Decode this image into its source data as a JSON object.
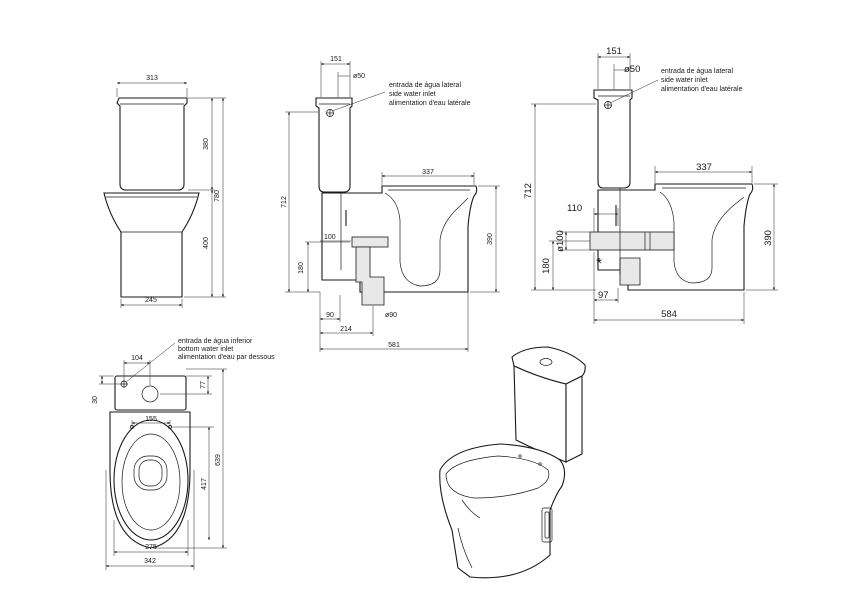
{
  "views": {
    "front": {
      "dims": {
        "tank_width": "313",
        "tank_height": "380",
        "total_height": "780",
        "bowl_height": "400",
        "base_width": "245"
      }
    },
    "side_a": {
      "dims": {
        "inlet_offset": "151",
        "inlet_diameter": "ø50",
        "total_height": "712",
        "bowl_depth": "337",
        "rim_height": "390",
        "outlet_height": "180",
        "outlet_diam_label": "100",
        "wall_90": "90",
        "outlet_90": "ø90",
        "outlet_214": "214",
        "total_depth": "581"
      },
      "note": [
        "entrada de água lateral",
        "side water inlet",
        "alimentation d'eau latérale"
      ]
    },
    "side_b": {
      "dims": {
        "inlet_offset": "151",
        "inlet_diameter": "ø50",
        "total_height": "712",
        "bowl_depth": "337",
        "outlet_110": "110",
        "outlet_diameter": "ø100",
        "outlet_height": "180",
        "rim_height": "390",
        "wall_97": "97",
        "total_depth": "584"
      },
      "star": "*",
      "note": [
        "entrada de água lateral",
        "side water inlet",
        "alimentation d'eau latérale"
      ]
    },
    "top": {
      "dims": {
        "inlet_104": "104",
        "tank_depth": "77",
        "inlet_30": "30",
        "fix_155": "155",
        "total_639": "639",
        "seat_417": "417",
        "width_275": "275",
        "width_342": "342"
      },
      "note": [
        "entrada de água inferior",
        "bottom water inlet",
        "alimentation d'eau par dessous"
      ]
    }
  }
}
